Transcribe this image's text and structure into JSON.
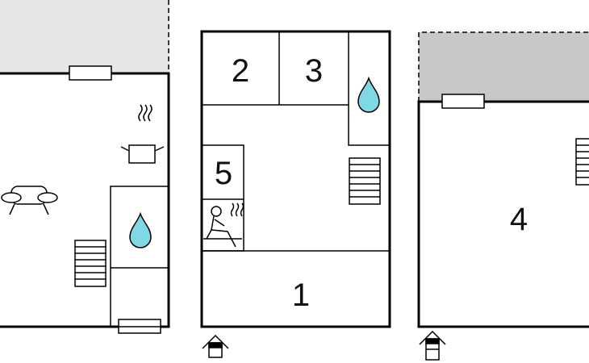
{
  "floorplan": {
    "rooms": [
      {
        "id": "room-1",
        "label": "1"
      },
      {
        "id": "room-2",
        "label": "2"
      },
      {
        "id": "room-3",
        "label": "3"
      },
      {
        "id": "room-4",
        "label": "4"
      },
      {
        "id": "room-5",
        "label": "5"
      }
    ],
    "icons": {
      "water": "water-drop-icon",
      "stove": "cooking-pot-icon",
      "sofa": "sofa-icon",
      "sauna": "sauna-icon",
      "stairs": "stairs-icon",
      "entrance": "entrance-icon",
      "window": "window-icon"
    },
    "colors": {
      "wall": "#000000",
      "terrace_light": "#e6e6e6",
      "terrace_dark": "#c8c8c8",
      "water": "#7fd8e6"
    }
  }
}
